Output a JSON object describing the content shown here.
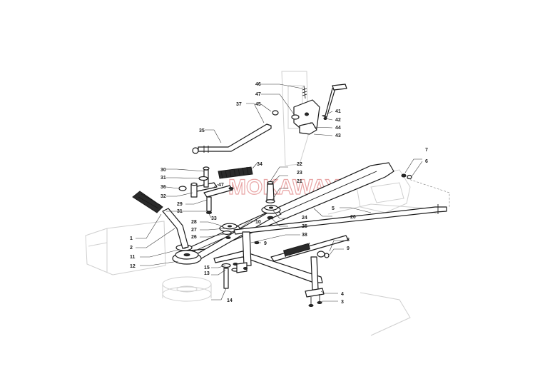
{
  "watermark": "MOKAWAY",
  "part_numbers": [
    "1",
    "2",
    "3",
    "4",
    "5",
    "6",
    "7",
    "8",
    "9",
    "9",
    "10",
    "11",
    "12",
    "13",
    "14",
    "15",
    "20",
    "21",
    "22",
    "23",
    "24",
    "25",
    "26",
    "27",
    "28",
    "29",
    "30",
    "31",
    "31",
    "32",
    "33",
    "34",
    "35",
    "36",
    "37",
    "38",
    "41",
    "42",
    "43",
    "44",
    "45",
    "46",
    "47",
    "47"
  ],
  "colors": {
    "line": "#1a1a1a",
    "ghost": "#cfcfcf",
    "watermark": "#e9a6a6"
  }
}
